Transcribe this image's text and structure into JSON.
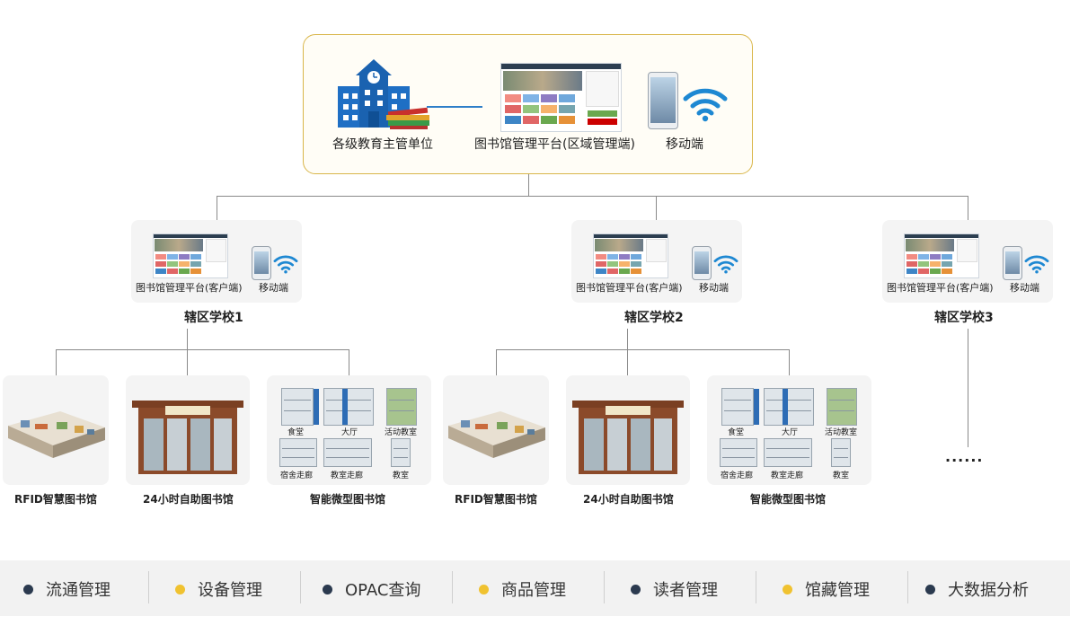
{
  "top": {
    "authority_label": "各级教育主管单位",
    "platform_label": "图书馆管理平台(区域管理端)",
    "mobile_label": "移动端"
  },
  "schools": [
    {
      "name": "辖区学校1",
      "platform_label": "图书馆管理平台(客户端)",
      "mobile_label": "移动端"
    },
    {
      "name": "辖区学校2",
      "platform_label": "图书馆管理平台(客户端)",
      "mobile_label": "移动端"
    },
    {
      "name": "辖区学校3",
      "platform_label": "图书馆管理平台(客户端)",
      "mobile_label": "移动端"
    }
  ],
  "libraries": {
    "rfid": "RFID智慧图书馆",
    "selfservice": "24小时自助图书馆",
    "micro": "智能微型图书馆",
    "micro_spots": [
      "食堂",
      "大厅",
      "活动教室",
      "宿舍走廊",
      "教室走廊",
      "教室"
    ]
  },
  "ellipsis": "······",
  "features": [
    {
      "label": "流通管理",
      "color": "#2b3a4f"
    },
    {
      "label": "设备管理",
      "color": "#f0c230"
    },
    {
      "label": "OPAC查询",
      "color": "#2b3a4f"
    },
    {
      "label": "商品管理",
      "color": "#f0c230"
    },
    {
      "label": "读者管理",
      "color": "#2b3a4f"
    },
    {
      "label": "馆藏管理",
      "color": "#f0c230"
    },
    {
      "label": "大数据分析",
      "color": "#2b3a4f"
    }
  ],
  "colors": {
    "accent_border": "#d9b64a",
    "wifi": "#1e88d2",
    "building": "#1f6fc4"
  }
}
